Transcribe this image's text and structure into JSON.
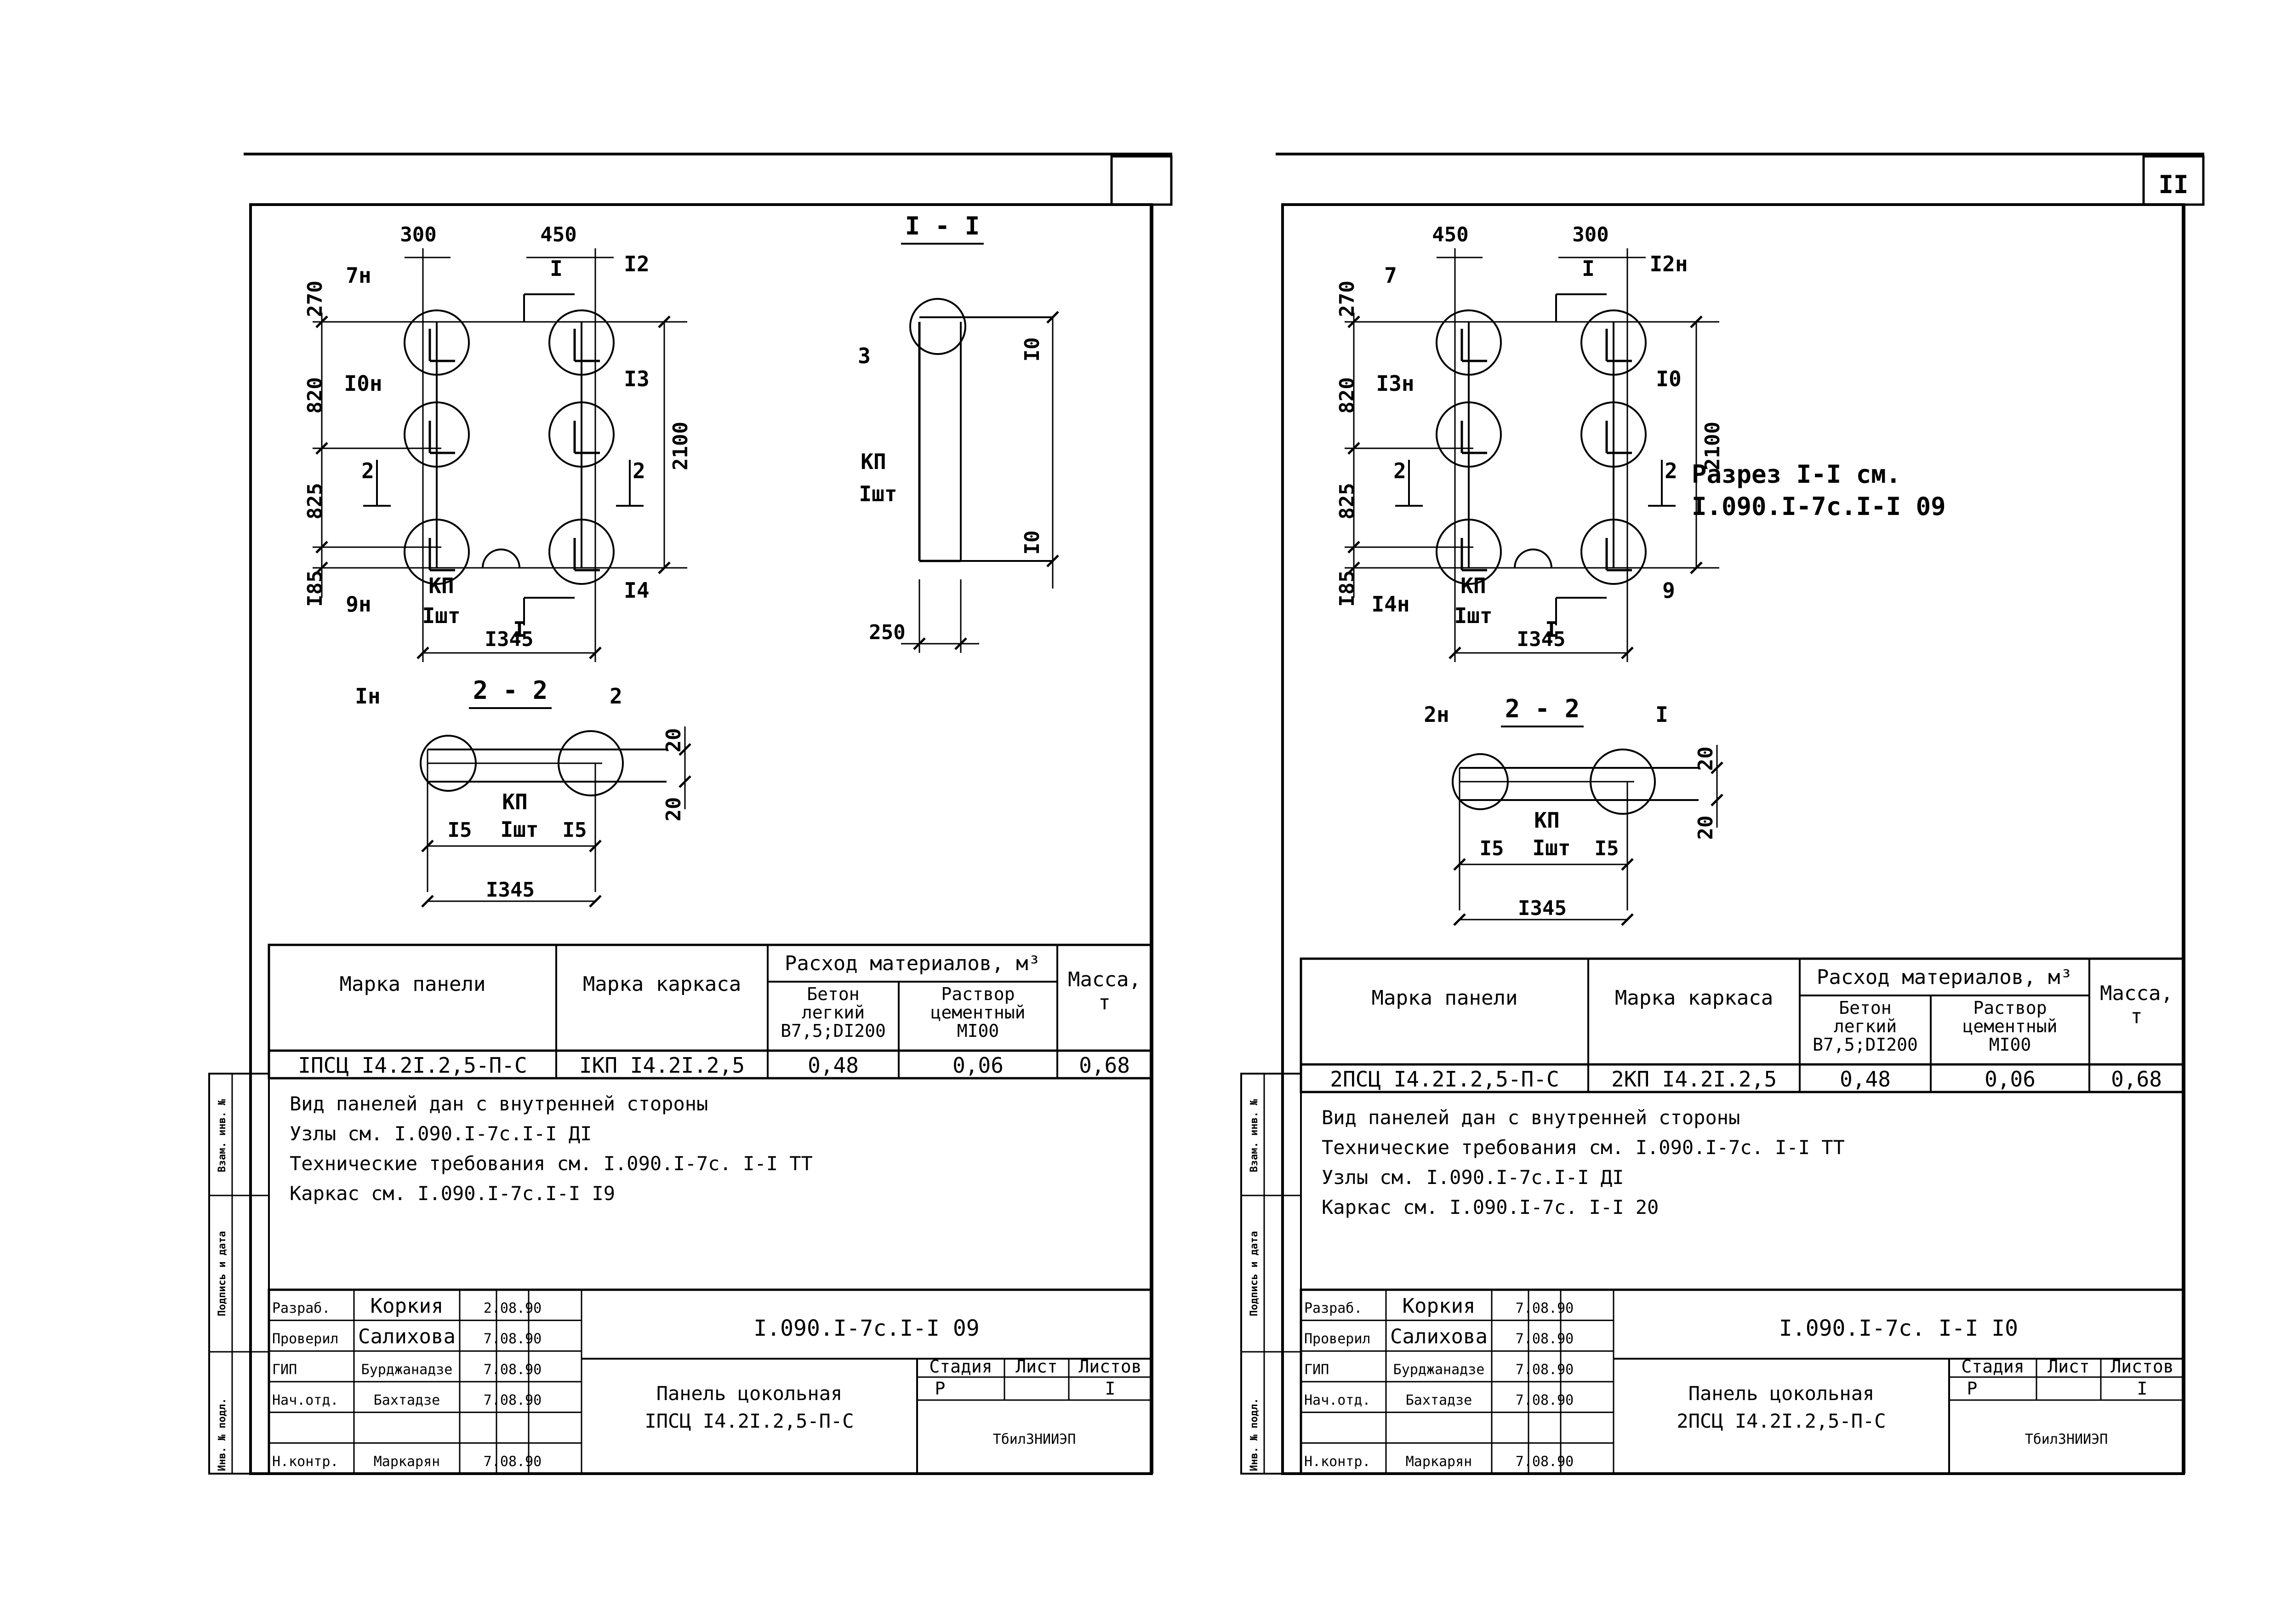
{
  "sheets": [
    {
      "sheet_number": "",
      "callouts": [
        "300",
        "I",
        "450",
        "I2",
        "7н",
        "270",
        "I0н",
        "I3",
        "820",
        "2",
        "2",
        "2100",
        "825",
        "I85",
        "9н",
        "КП",
        "Iшт",
        "I",
        "I4",
        "I345"
      ],
      "section11": {
        "title": "I - I",
        "mark3": "3",
        "kp": "КП",
        "kp_qty": "Iшт",
        "d10a": "I0",
        "d10b": "I0",
        "d250": "250"
      },
      "section22": {
        "title": "2 - 2",
        "m1": "Iн",
        "m2": "2",
        "kp": "КП",
        "kp_qty": "Iшт",
        "d15a": "I5",
        "d15b": "I5",
        "d1345": "I345",
        "d20a": "20",
        "d20b": "20"
      },
      "section_ref": "",
      "table": {
        "col_panel": "Марка панели",
        "col_frame": "Марка каркаса",
        "col_consumption": "Расход материалов, м³",
        "col_concrete": [
          "Бетон",
          "легкий",
          "В7,5;DI200"
        ],
        "col_mortar": [
          "Раствор",
          "цементный",
          "MI00"
        ],
        "col_mass": [
          "Масса,",
          "т"
        ],
        "row": {
          "panel": "IПСЦ I4.2I.2,5-П-С",
          "frame": "IКП I4.2I.2,5",
          "concrete": "0,48",
          "mortar": "0,06",
          "mass": "0,68"
        }
      },
      "notes": [
        "Вид панелей дан с внутренней стороны",
        "Узлы см. I.090.I-7с.I-I ДI",
        "Технические требования см. I.090.I-7с. I-I ТТ",
        "Каркас см. I.090.I-7с.I-I I9"
      ],
      "title_block": {
        "roles": [
          "Разраб.",
          "Проверил",
          "ГИП",
          "Нач.отд.",
          "",
          "Н.контр."
        ],
        "names": [
          "Коркия",
          "Салихова",
          "Бурджанадзе",
          "Бахтадзе",
          "",
          "Маркарян"
        ],
        "dates": [
          "2.08.90",
          "7.08.90",
          "7.08.90",
          "7.08.90",
          "",
          "7.08.90"
        ],
        "code": "I.090.I-7с.I-I 09",
        "stage_h": "Стадия",
        "sheet_h": "Лист",
        "sheets_h": "Листов",
        "stage": "Р",
        "sheet": "",
        "sheets": "I",
        "name1": "Панель цокольная",
        "name2": "IПСЦ I4.2I.2,5-П-С",
        "org": "ТбилЗНИИЭП"
      },
      "side_stamp": [
        "Инв. № подл.",
        "Подпись и дата",
        "Взам. инв. №"
      ]
    },
    {
      "sheet_number": "II",
      "callouts": [
        "450",
        "I",
        "300",
        "I2н",
        "7",
        "270",
        "I3н",
        "I0",
        "820",
        "2",
        "2",
        "2100",
        "825",
        "I85",
        "I4н",
        "КП",
        "Iшт",
        "I",
        "9",
        "I345"
      ],
      "section11": null,
      "section22": {
        "title": "2 - 2",
        "m1": "2н",
        "m2": "I",
        "kp": "КП",
        "kp_qty": "Iшт",
        "d15a": "I5",
        "d15b": "I5",
        "d1345": "I345",
        "d20a": "20",
        "d20b": "20"
      },
      "section_ref": [
        "Разрез I-I  см.",
        "I.090.I-7с.I-I 09"
      ],
      "table": {
        "col_panel": "Марка панели",
        "col_frame": "Марка каркаса",
        "col_consumption": "Расход материалов, м³",
        "col_concrete": [
          "Бетон",
          "легкий",
          "В7,5;DI200"
        ],
        "col_mortar": [
          "Раствор",
          "цементный",
          "MI00"
        ],
        "col_mass": [
          "Масса,",
          "т"
        ],
        "row": {
          "panel": "2ПСЦ I4.2I.2,5-П-С",
          "frame": "2КП I4.2I.2,5",
          "concrete": "0,48",
          "mortar": "0,06",
          "mass": "0,68"
        }
      },
      "notes": [
        "Вид панелей дан с внутренней стороны",
        "Технические требования см. I.090.I-7с. I-I ТТ",
        "Узлы см. I.090.I-7с.I-I ДI",
        "Каркас см. I.090.I-7с. I-I 20"
      ],
      "title_block": {
        "roles": [
          "Разраб.",
          "Проверил",
          "ГИП",
          "Нач.отд.",
          "",
          "Н.контр."
        ],
        "names": [
          "Коркия",
          "Салихова",
          "Бурджанадзе",
          "Бахтадзе",
          "",
          "Маркарян"
        ],
        "dates": [
          "7.08.90",
          "7.08.90",
          "7.08.90",
          "7.08.90",
          "",
          "7.08.90"
        ],
        "code": "I.090.I-7с. I-I I0",
        "stage_h": "Стадия",
        "sheet_h": "Лист",
        "sheets_h": "Листов",
        "stage": "Р",
        "sheet": "",
        "sheets": "I",
        "name1": "Панель цокольная",
        "name2": "2ПСЦ I4.2I.2,5-П-С",
        "org": "ТбилЗНИИЭП"
      },
      "side_stamp": [
        "Инв. № подл.",
        "Подпись и дата",
        "Взам. инв. №"
      ]
    }
  ]
}
